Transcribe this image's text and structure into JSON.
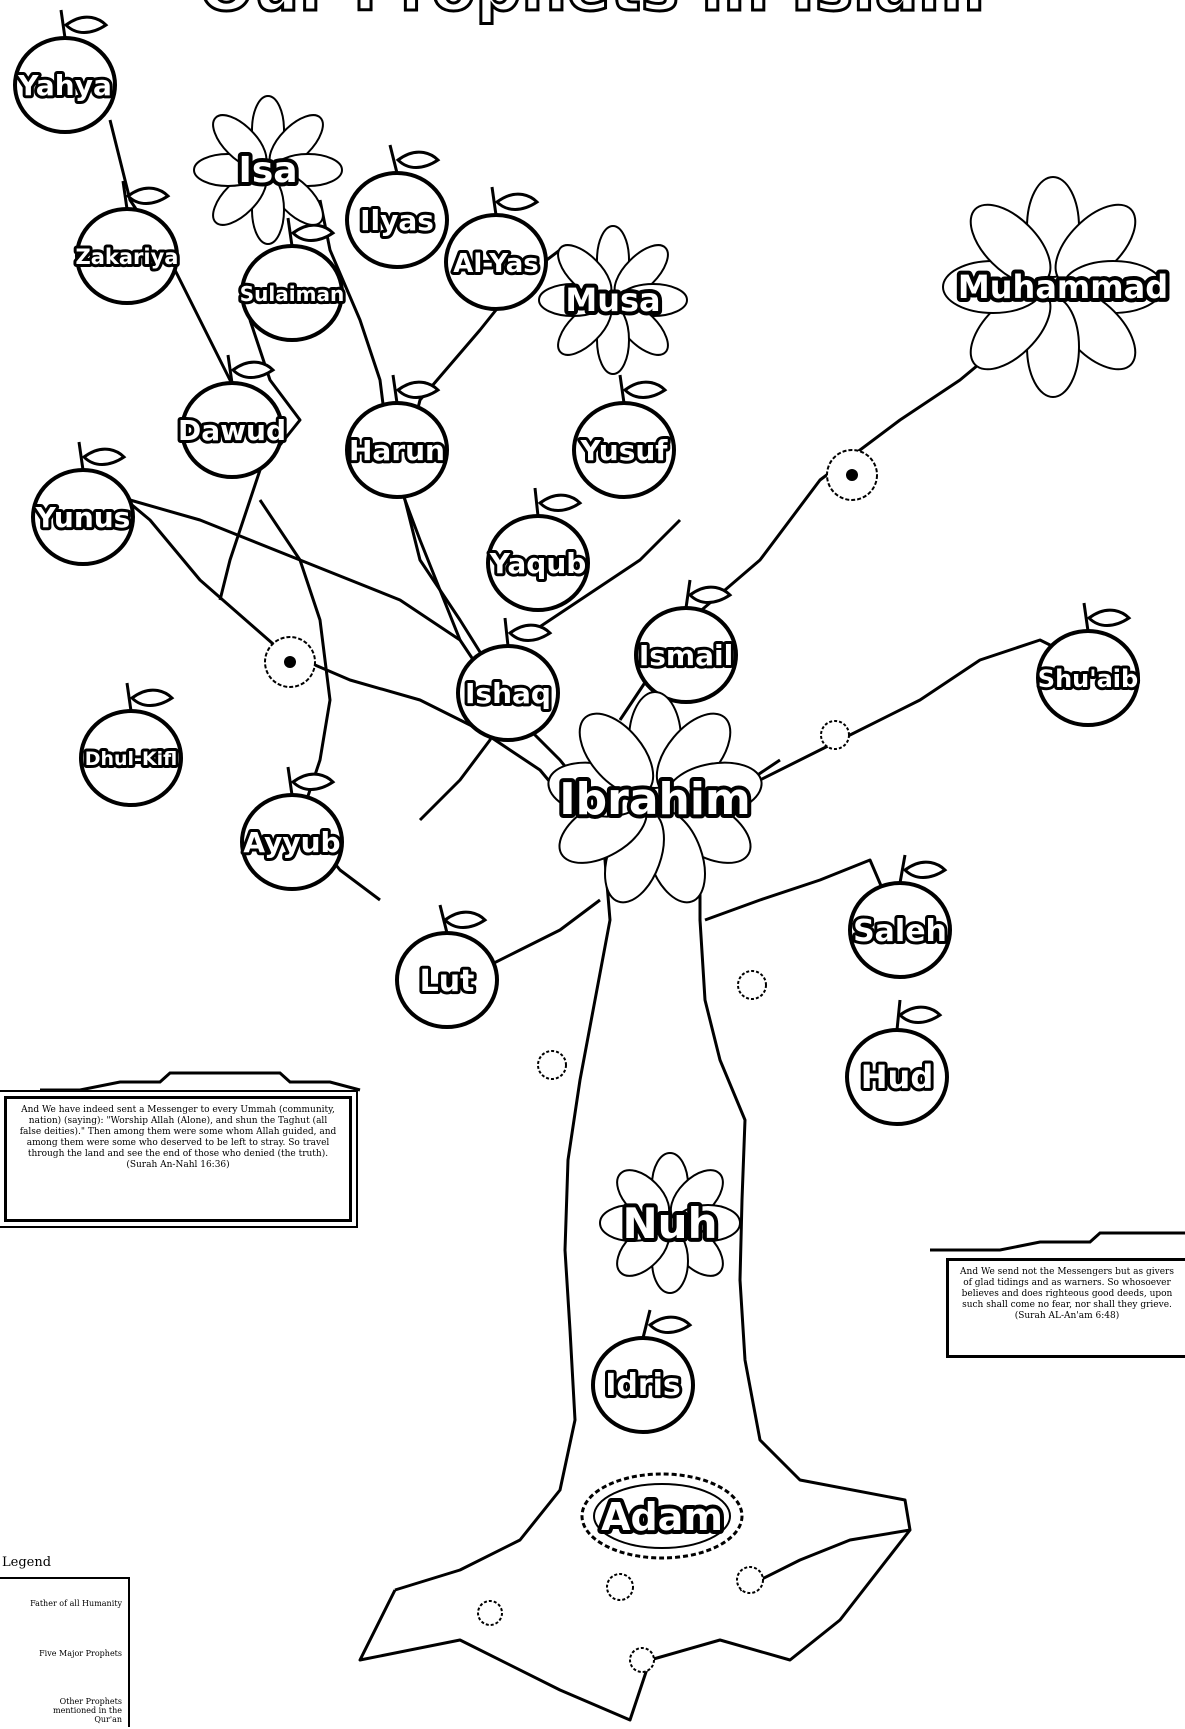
{
  "title": "Our Prophets in Islam",
  "prophets": {
    "adam": "Adam",
    "idris": "Idris",
    "nuh": "Nuh",
    "hud": "Hud",
    "saleh": "Saleh",
    "ibrahim": "Ibrahim",
    "lut": "Lut",
    "ismail": "Ismail",
    "ishaq": "Ishaq",
    "yaqub": "Yaqub",
    "yusuf": "Yusuf",
    "shuaib": "Shu'aib",
    "ayyub": "Ayyub",
    "dhulkifl": "Dhul-Kifl",
    "musa": "Musa",
    "harun": "Harun",
    "dawud": "Dawud",
    "sulaiman": "Sulaiman",
    "ilyas": "Ilyas",
    "alyasa": "Al-Yas",
    "yunus": "Yunus",
    "zakariya": "Zakariya",
    "yahya": "Yahya",
    "isa": "Isa",
    "muhammad": "Muhammad"
  },
  "quote_left": {
    "text": "And We have indeed sent a Messenger to every Ummah (community, nation) (saying): \"Worship Allah (Alone), and shun the Taghut (all false deities).\" Then among them were some whom Allah guided, and among them were some who deserved to be left to stray. So travel through the land and see the end of those who denied (the truth).",
    "ref": "(Surah An-Nahl 16:36)"
  },
  "quote_right": {
    "text": "And We send not the Messengers but as givers of glad tidings and as warners. So whosoever believes and does righteous good deeds, upon such shall come no fear, nor shall they grieve.",
    "ref": "(Surah AL-An'am 6:48)"
  },
  "legend": {
    "title": "Legend",
    "items": [
      "Father of all Humanity",
      "Five Major Prophets",
      "Other Prophets mentioned in the Qur'an"
    ]
  }
}
